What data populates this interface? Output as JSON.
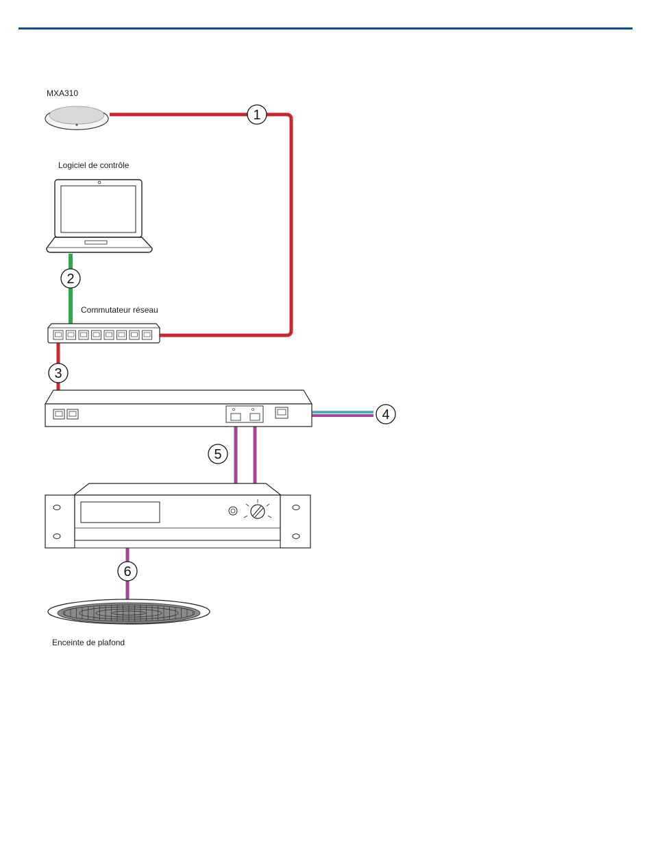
{
  "labels": {
    "mic": "MXA310",
    "software": "Logiciel de contrôle",
    "switch": "Commutateur réseau",
    "speaker": "Enceinte de plafond"
  },
  "callouts": [
    "1",
    "2",
    "3",
    "4",
    "5",
    "6"
  ],
  "colors": {
    "rule": "#0a4f8f",
    "red_cable": "#c9272d",
    "green_cable": "#2ea84a",
    "purple_cable": "#a4449b",
    "blue_cable": "#4fa7d8",
    "outline": "#222222"
  }
}
